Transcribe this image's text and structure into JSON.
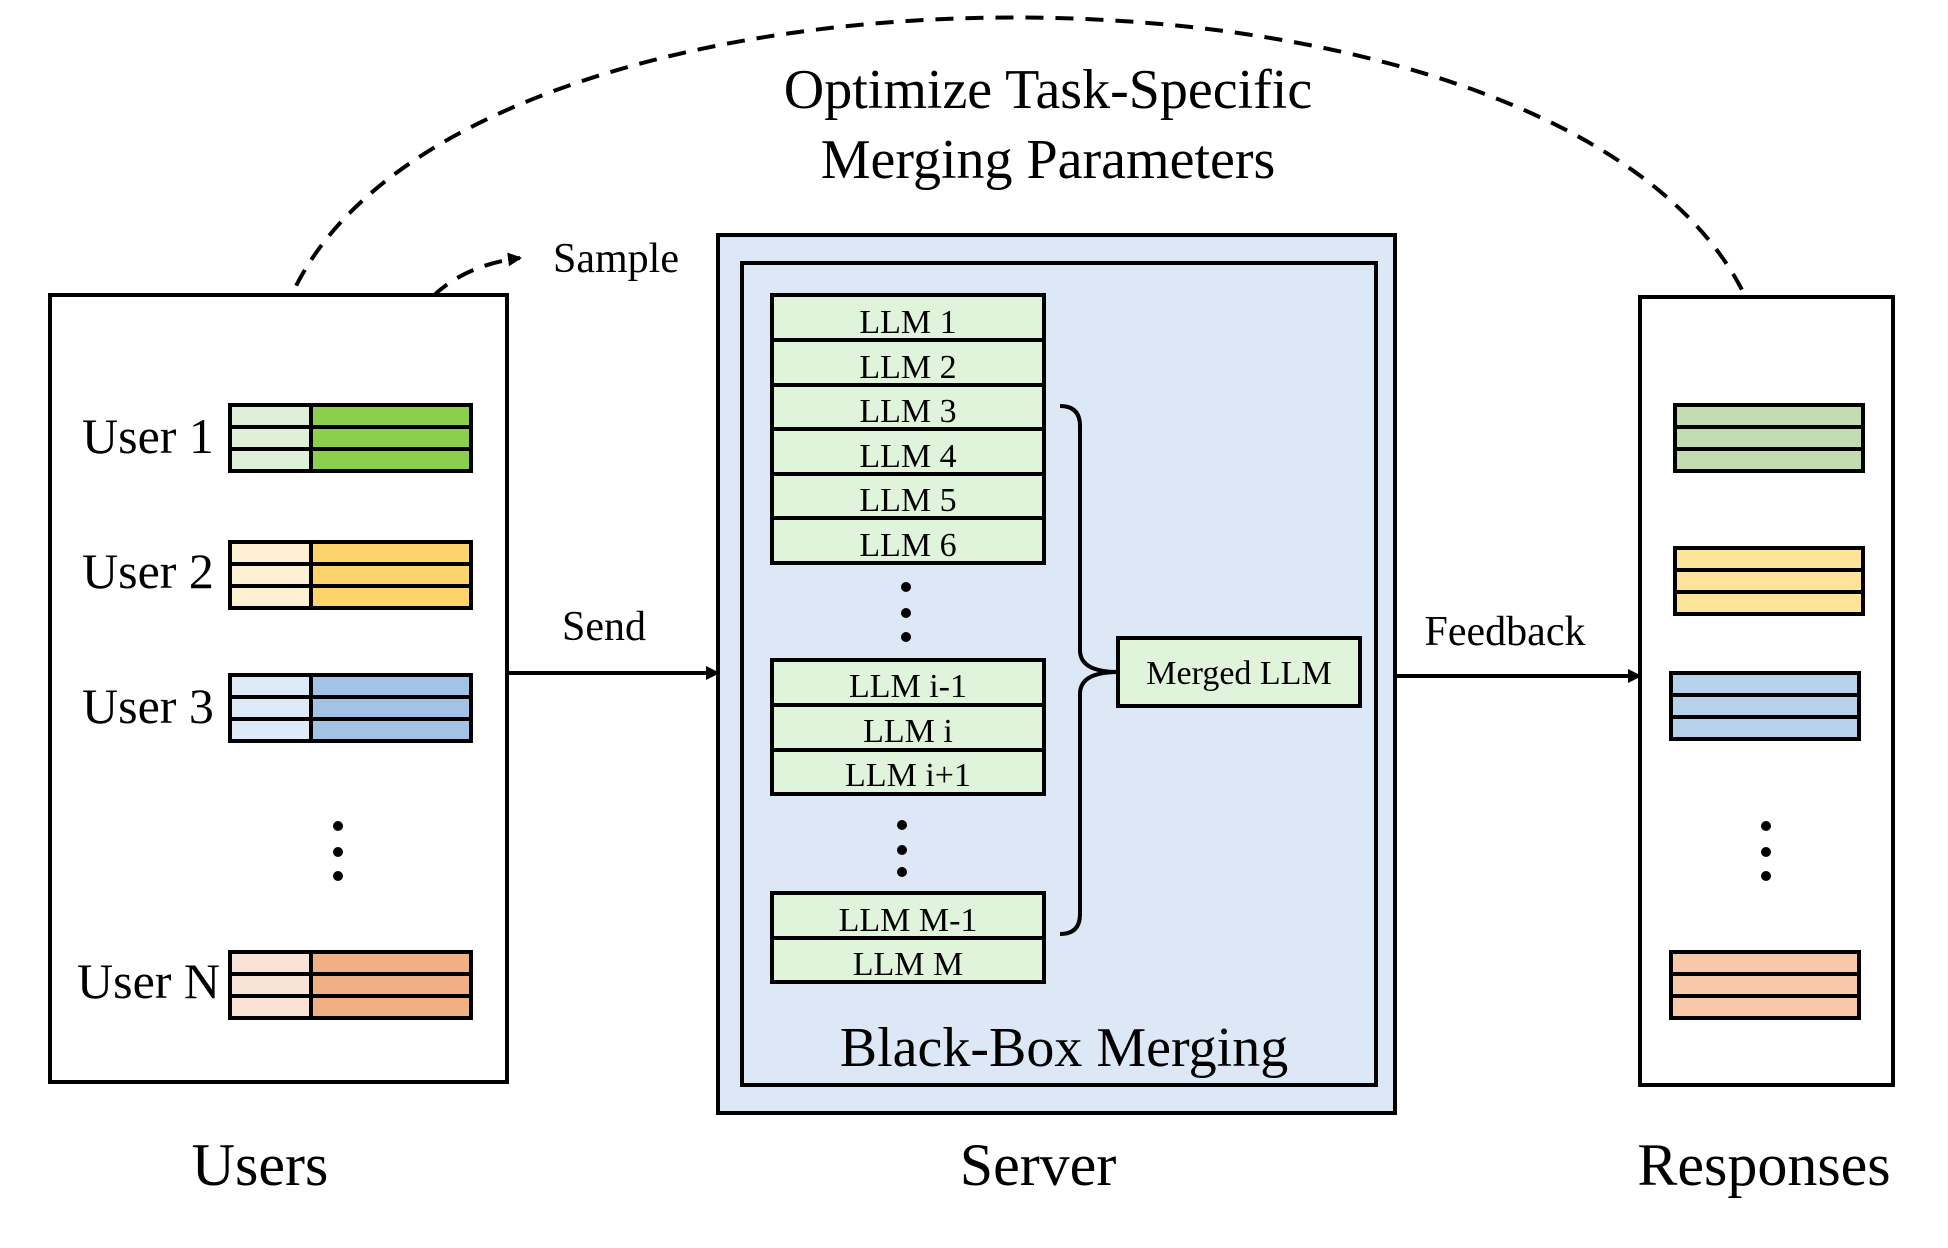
{
  "top_label": {
    "line1": "Optimize Task-Specific",
    "line2": "Merging Parameters"
  },
  "sample_label": "Sample",
  "send_label": "Send",
  "feedback_label": "Feedback",
  "users_panel": {
    "title": "Users",
    "users": [
      {
        "label": "User 1",
        "light": "#dff0d8",
        "dark": "#8ccf4d"
      },
      {
        "label": "User 2",
        "light": "#fdf0d3",
        "dark": "#fdd36b"
      },
      {
        "label": "User 3",
        "light": "#dde9f6",
        "dark": "#a2c3e6"
      },
      {
        "label": "User N",
        "light": "#f8e3d6",
        "dark": "#f0b084"
      }
    ]
  },
  "server_panel": {
    "title": "Server",
    "inner_title": "Black-Box Merging",
    "llms_top": [
      "LLM 1",
      "LLM 2",
      "LLM 3",
      "LLM 4",
      "LLM 5",
      "LLM 6"
    ],
    "llms_mid": [
      "LLM i-1",
      "LLM i",
      "LLM i+1"
    ],
    "llms_bottom": [
      "LLM M-1",
      "LLM M"
    ],
    "merged": "Merged LLM",
    "bg_color": "#dce8f5",
    "llm_color": "#e0f4dc"
  },
  "responses_panel": {
    "title": "Responses",
    "colors": [
      "#c3dcb2",
      "#fde49a",
      "#b7d0ec",
      "#f7c9aa"
    ]
  }
}
